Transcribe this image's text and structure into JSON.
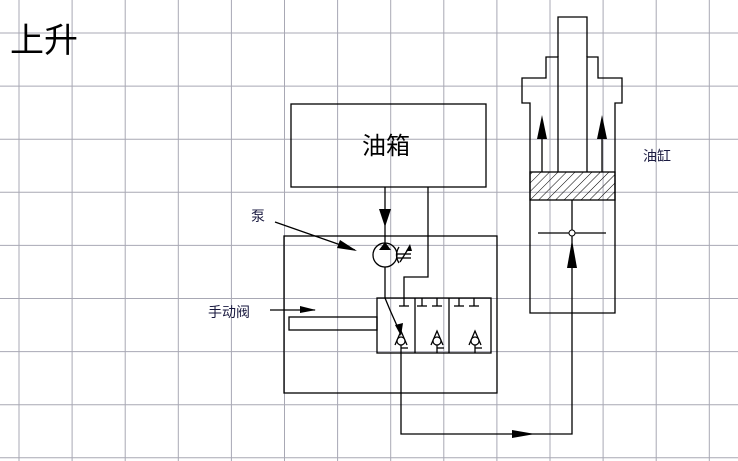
{
  "title": "上升",
  "labels": {
    "tank": "油箱",
    "pump": "泵",
    "manual_valve": "手动阀",
    "cylinder": "油缸"
  },
  "colors": {
    "line": "#000000",
    "grid": "#a8a8b4",
    "label": "#1a1a40"
  }
}
